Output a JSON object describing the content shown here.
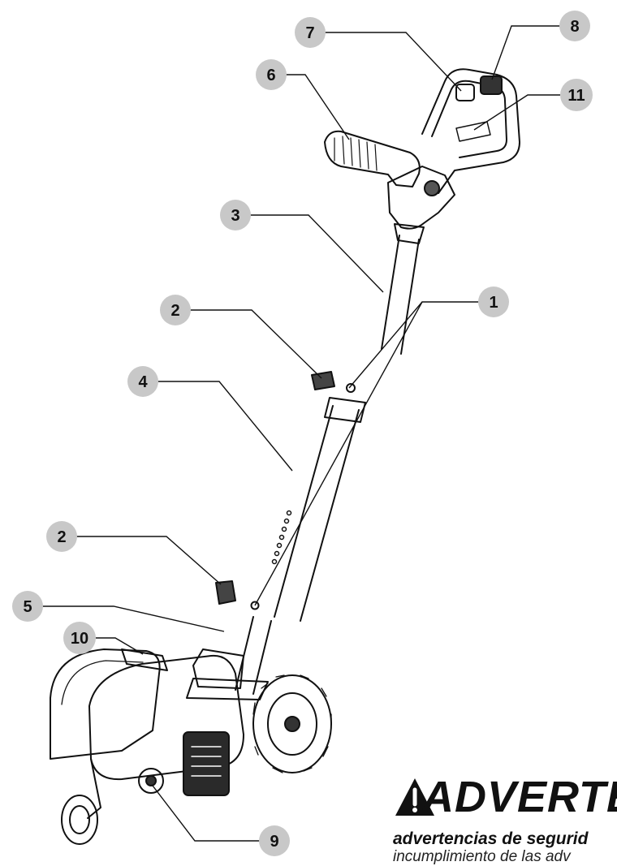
{
  "callouts": [
    {
      "id": "1",
      "label": "1"
    },
    {
      "id": "2a",
      "label": "2"
    },
    {
      "id": "2b",
      "label": "2"
    },
    {
      "id": "3",
      "label": "3"
    },
    {
      "id": "4",
      "label": "4"
    },
    {
      "id": "5",
      "label": "5"
    },
    {
      "id": "6",
      "label": "6"
    },
    {
      "id": "7",
      "label": "7"
    },
    {
      "id": "8",
      "label": "8"
    },
    {
      "id": "9",
      "label": "9"
    },
    {
      "id": "10",
      "label": "10"
    },
    {
      "id": "11",
      "label": "11"
    }
  ],
  "warning": {
    "title": "ADVERTENC",
    "line1": "advertencias de segurid",
    "line2": "incumplimiento de las adv",
    "icon": "warning-triangle-icon"
  },
  "colors": {
    "callout_fill": "#c8c8c8",
    "line": "#111111"
  }
}
